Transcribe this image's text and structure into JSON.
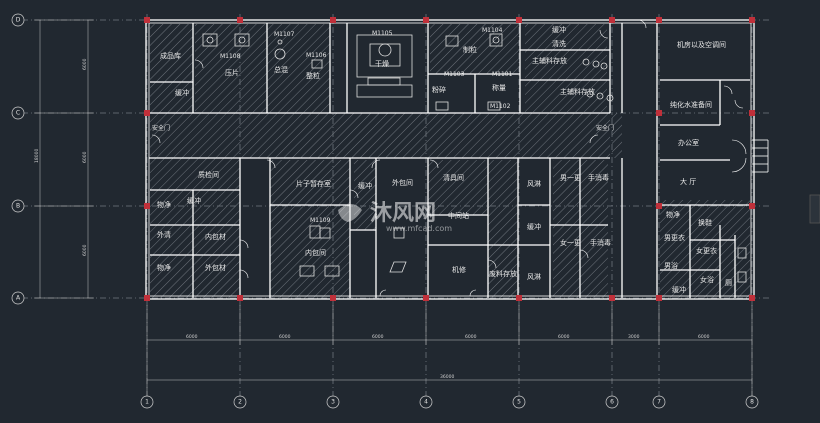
{
  "colors": {
    "background": "#212830",
    "wall": "#ffffff",
    "hatch": "#7a7f86",
    "axis_line": "#c8c8c8",
    "column": "#c0303a",
    "dimension": "#bfbfbf",
    "fixture": "#e0e0e0"
  },
  "axes": {
    "vertical": [
      "1",
      "2",
      "3",
      "4",
      "5",
      "6",
      "7",
      "8"
    ],
    "horizontal": [
      "D",
      "C",
      "B",
      "A"
    ]
  },
  "dimensions": {
    "bottom_segments": [
      "6000",
      "6000",
      "6000",
      "6000",
      "6000",
      "3000",
      "6000"
    ],
    "bottom_total": "36000",
    "left_segments": [
      "6000",
      "6000",
      "6000"
    ],
    "left_total": "18000"
  },
  "rooms": {
    "finished_storage": "成品库",
    "buffer_top_left": "缓冲",
    "press_room": "压片",
    "door_m1108": "M1108",
    "door_m1107": "M1107",
    "mixing": "总混",
    "door_m1106": "M1106",
    "granulating": "整粒",
    "door_m1105": "M1105",
    "drying": "干燥",
    "door_m1104": "M1104",
    "granulation": "制粒",
    "door_m1103": "M1103",
    "crushing": "粉碎",
    "door_m1101": "M1101",
    "weighing": "称量",
    "door_m1102": "M1102",
    "buffer_top_right": "缓冲",
    "wash_room": "清洗",
    "main_aux_storage_1": "主辅料存放",
    "main_aux_storage_2": "主辅料存放",
    "machine_room": "机房以及空调间",
    "purified_water": "纯化水准备间",
    "office": "办公室",
    "hall": "大 厅",
    "safety_exit_left": "安全门",
    "safety_exit_right": "安全门",
    "qc_room": "质检间",
    "item_clean": "物净",
    "buffer_mid_left": "缓冲",
    "outer_clean": "外清",
    "inner_pack_material": "内包材",
    "item_clean_2": "物净",
    "outer_pack_material": "外包材",
    "tablet_temp_storage": "片子暂存室",
    "door_m1109": "M1109",
    "inner_pack_room": "内包间",
    "buffer_mid": "缓冲",
    "outer_pack_room": "外包间",
    "cleaning_tools": "清具间",
    "intermediate_station": "中间站",
    "machine_repair": "机修",
    "air_shower_1": "风淋",
    "buffer_right": "缓冲",
    "air_shower_2": "风淋",
    "change_room_1_m": "男一更",
    "change_room_1_f": "女一更",
    "hand_wash_1": "手消毒",
    "hand_wash_2": "手消毒",
    "waste_storage": "废料存放",
    "item_clean_3": "物净",
    "shoe_change": "换鞋",
    "male_locker": "男更衣",
    "female_locker": "女更衣",
    "male_bath": "男浴",
    "female_bath": "女浴",
    "buffer_bottom_right": "缓冲",
    "toilet": "厕"
  },
  "watermark": {
    "brand": "沐风网",
    "url": "www.mfcad.com"
  }
}
